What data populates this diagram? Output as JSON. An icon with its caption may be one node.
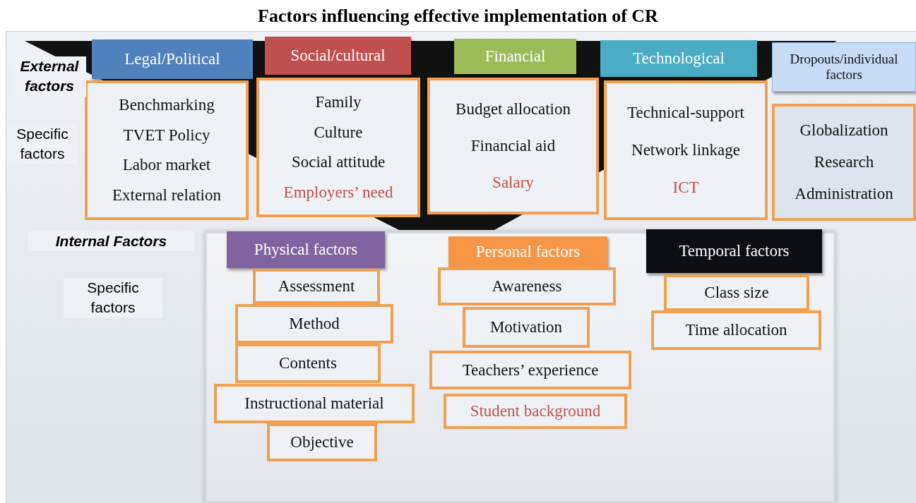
{
  "diagram": {
    "title": "Factors influencing effective implementation of CR",
    "nodes": [
      {
        "text": [
          "Legal/Political"
        ]
      },
      {
        "text": [
          "Benchmarking",
          "TVET Policy",
          "Labor market",
          "External relation"
        ]
      },
      {
        "text": [
          "Social/cultural"
        ]
      },
      {
        "text": [
          "Family",
          "Culture",
          "Social attitude",
          "Employers’ need"
        ]
      },
      {
        "text": [
          "Financial"
        ]
      },
      {
        "text": [
          "Budget allocation",
          "Financial aid",
          "Salary"
        ]
      },
      {
        "text": [
          "Technological"
        ]
      },
      {
        "text": [
          "Technical-support",
          "Network linkage",
          "ICT"
        ]
      },
      {
        "text": [
          "Dropouts/individual factors"
        ]
      },
      {
        "text": [
          "Globalization",
          "Research",
          "Administration"
        ]
      },
      {
        "text": [],
        "shape": "box"
      },
      {
        "text": [
          "Physical factors"
        ],
        "in": 10
      },
      {
        "text": [
          "Assessment"
        ],
        "in": 10
      },
      {
        "text": [
          "Method"
        ],
        "in": 10
      },
      {
        "text": [
          "Contents"
        ],
        "in": 10
      },
      {
        "text": [
          "Instructional material"
        ],
        "in": 10
      },
      {
        "text": [
          "Objective"
        ],
        "in": 10
      },
      {
        "text": [
          "Personal factors"
        ],
        "in": 10
      },
      {
        "text": [
          "Awareness"
        ],
        "in": 10
      },
      {
        "text": [
          "Motivation"
        ],
        "in": 10
      },
      {
        "text": [
          "Teachers’ experience"
        ],
        "in": 10
      },
      {
        "text": [
          "Student background"
        ],
        "in": 10
      },
      {
        "text": [
          "Temporal factors"
        ],
        "in": 10
      },
      {
        "text": [
          "Class size"
        ],
        "in": 10
      },
      {
        "text": [
          "Time allocation"
        ],
        "in": 10
      }
    ],
    "edges": [],
    "labels": [
      "External factors",
      "Specific factors",
      "Internal Factors",
      "Specific factors"
    ]
  }
}
